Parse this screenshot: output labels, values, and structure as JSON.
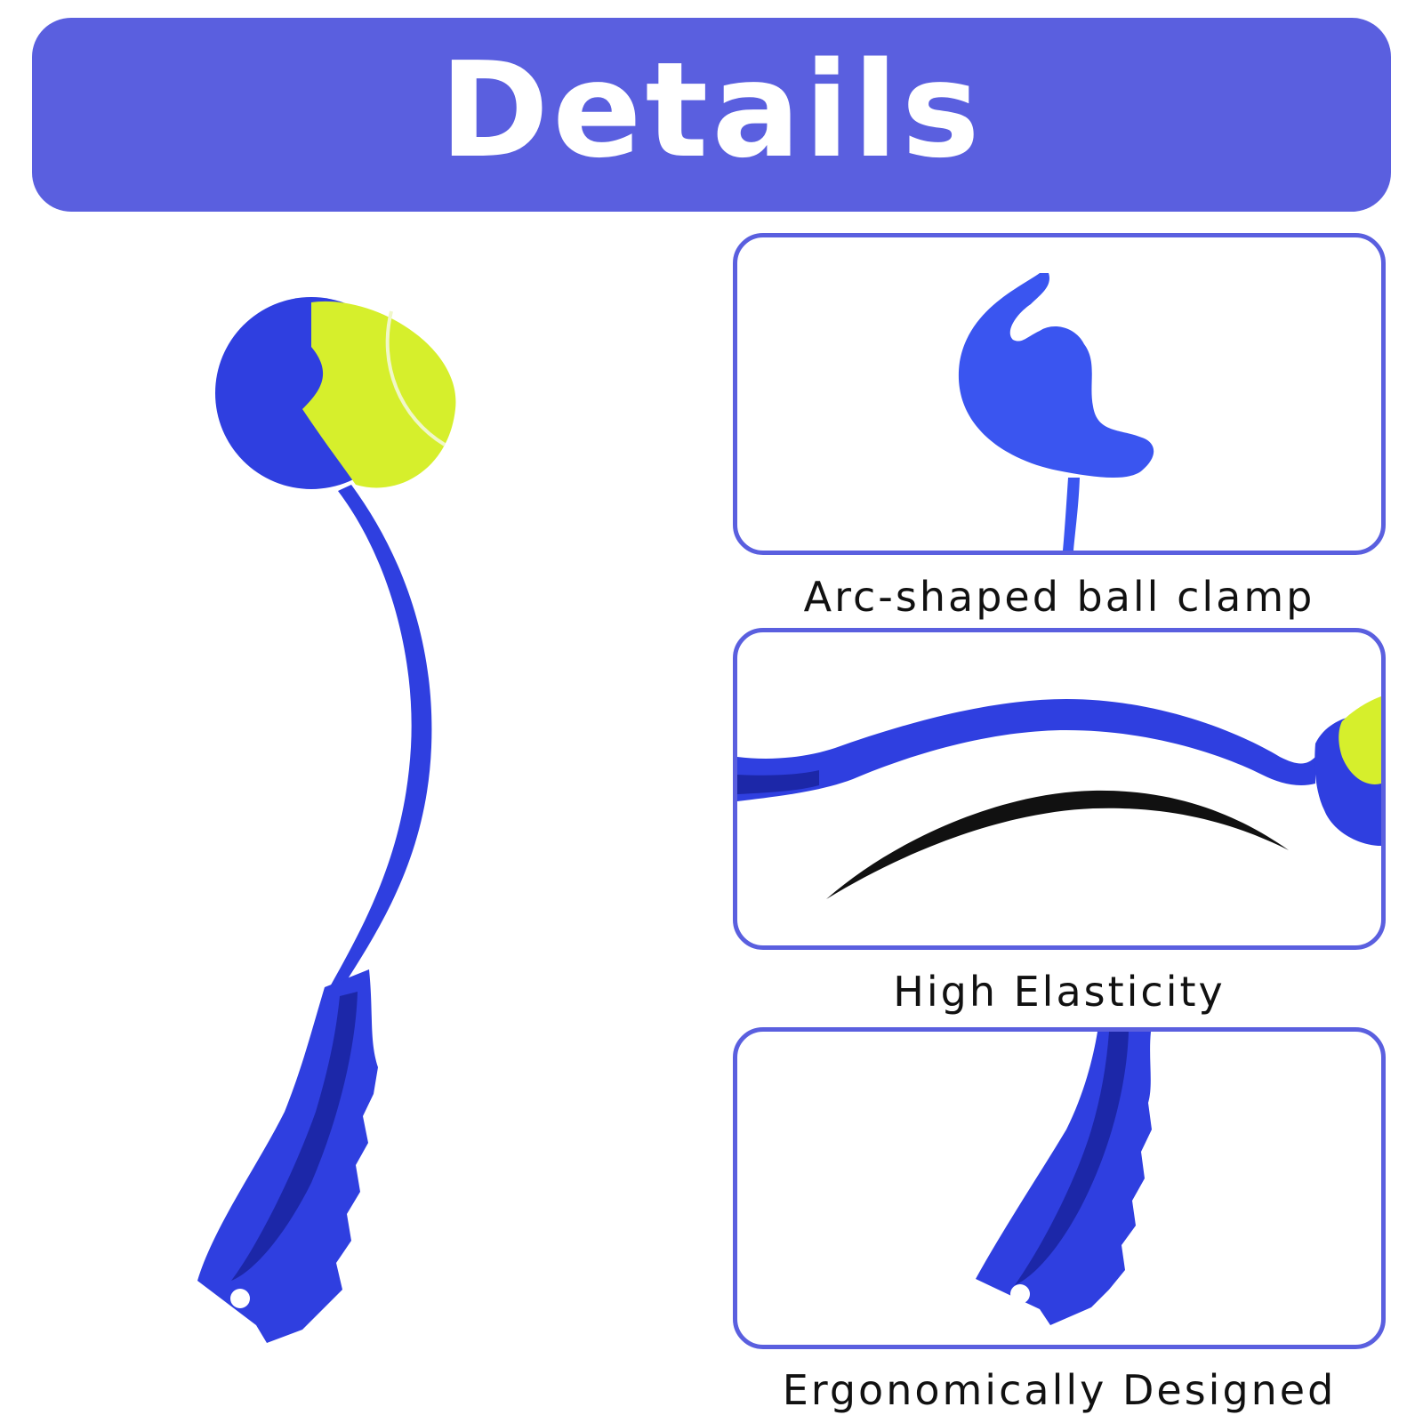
{
  "header": {
    "title": "Details"
  },
  "features": [
    {
      "caption": "Arc-shaped ball clamp"
    },
    {
      "caption": "High Elasticity"
    },
    {
      "caption": "Ergonomically Designed"
    }
  ],
  "colors": {
    "banner": "#5a5fdf",
    "panel_border": "#5a5fdf",
    "product_blue": "#2f3fe0",
    "ball_yellow": "#d6ef2c",
    "caption_text": "#111111"
  }
}
